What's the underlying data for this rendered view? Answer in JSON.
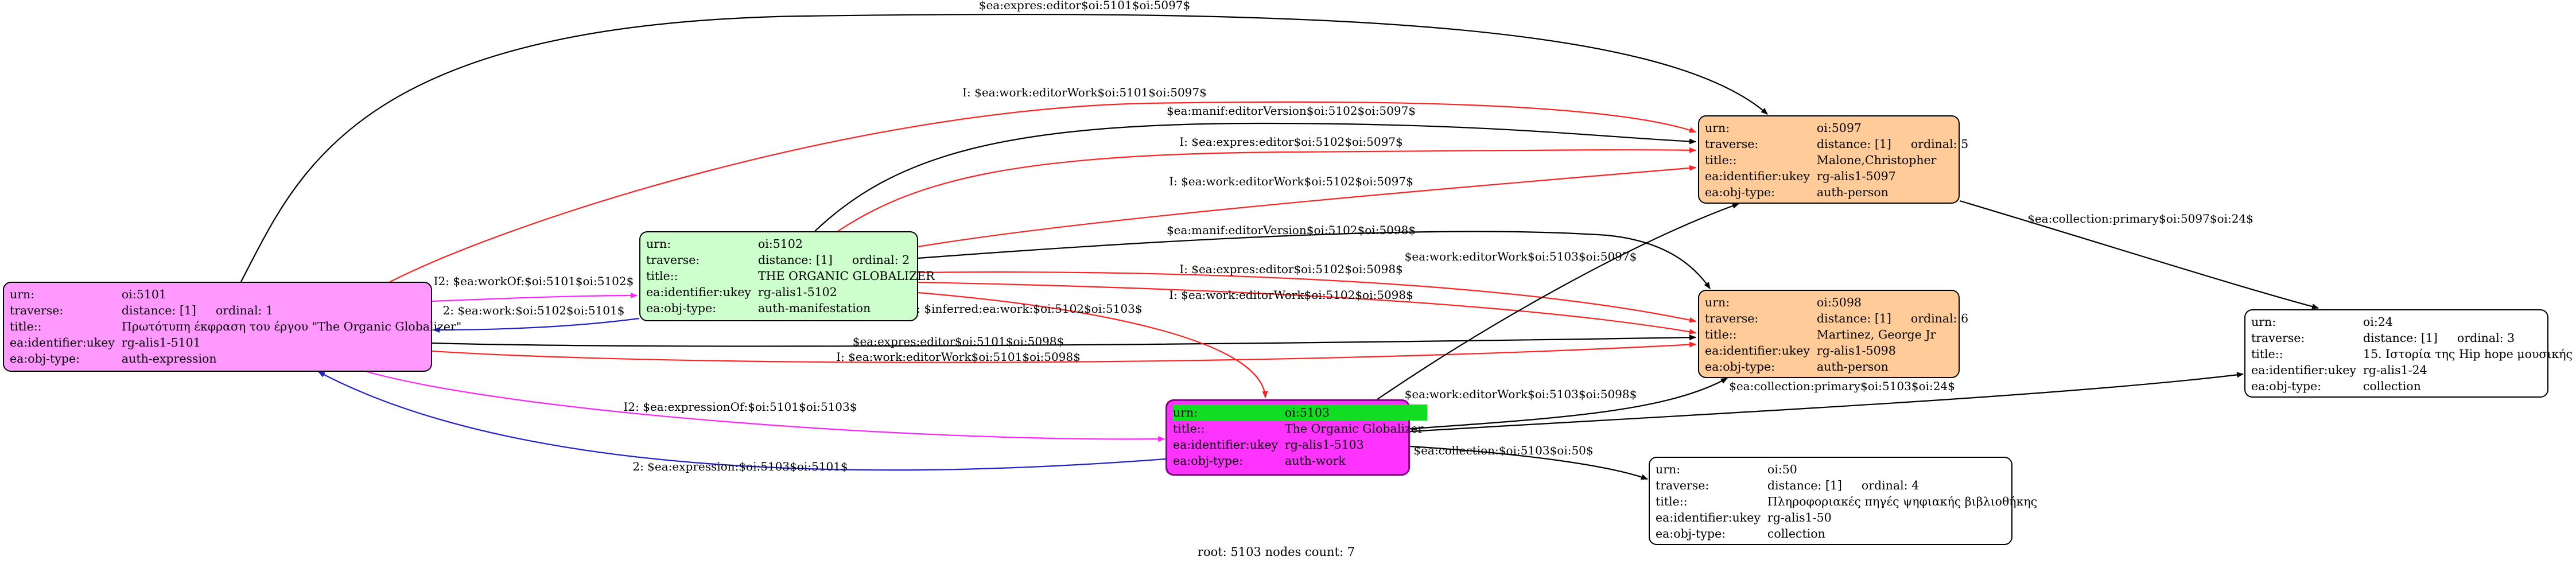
{
  "colors": {
    "black": "#000000",
    "red": "#ff2222",
    "magenta": "#ff22ff",
    "blue": "#2222cc"
  },
  "nodes": {
    "n5101": {
      "fill": "#ff99ff",
      "rows": [
        {
          "k": "urn:",
          "v": "oi:5101"
        },
        {
          "k": "traverse:",
          "v": "distance: [1]",
          "ord": "ordinal: 1"
        },
        {
          "k": "title::",
          "v": "Πρωτότυπη έκφραση του έργου \"The Organic Globalizer\""
        },
        {
          "k": "ea:identifier:ukey",
          "v": "rg-alis1-5101"
        },
        {
          "k": "ea:obj-type:",
          "v": "auth-expression"
        }
      ]
    },
    "n5102": {
      "fill": "#ccffcc",
      "rows": [
        {
          "k": "urn:",
          "v": "oi:5102"
        },
        {
          "k": "traverse:",
          "v": "distance: [1]",
          "ord": "ordinal: 2"
        },
        {
          "k": "title::",
          "v": "THE ORGANIC GLOBALIZER"
        },
        {
          "k": "ea:identifier:ukey",
          "v": "rg-alis1-5102"
        },
        {
          "k": "ea:obj-type:",
          "v": "auth-manifestation"
        }
      ]
    },
    "n5103": {
      "fill": "#ff33ff",
      "rows": [
        {
          "k": "urn:",
          "v": "oi:5103"
        },
        {
          "k": "title::",
          "v": "The Organic Globalizer"
        },
        {
          "k": "ea:identifier:ukey",
          "v": "rg-alis1-5103"
        },
        {
          "k": "ea:obj-type:",
          "v": "auth-work"
        }
      ]
    },
    "n5097": {
      "fill": "#ffcc99",
      "rows": [
        {
          "k": "urn:",
          "v": "oi:5097"
        },
        {
          "k": "traverse:",
          "v": "distance: [1]",
          "ord": "ordinal: 5"
        },
        {
          "k": "title::",
          "v": "Malone,Christopher"
        },
        {
          "k": "ea:identifier:ukey",
          "v": "rg-alis1-5097"
        },
        {
          "k": "ea:obj-type:",
          "v": "auth-person"
        }
      ]
    },
    "n5098": {
      "fill": "#ffcc99",
      "rows": [
        {
          "k": "urn:",
          "v": "oi:5098"
        },
        {
          "k": "traverse:",
          "v": "distance: [1]",
          "ord": "ordinal: 6"
        },
        {
          "k": "title::",
          "v": "Martinez, George Jr"
        },
        {
          "k": "ea:identifier:ukey",
          "v": "rg-alis1-5098"
        },
        {
          "k": "ea:obj-type:",
          "v": "auth-person"
        }
      ]
    },
    "n24": {
      "fill": "#ffffff",
      "rows": [
        {
          "k": "urn:",
          "v": "oi:24"
        },
        {
          "k": "traverse:",
          "v": "distance: [1]",
          "ord": "ordinal: 3"
        },
        {
          "k": "title::",
          "v": "15. Ιστορία της Hip hope μουσικής"
        },
        {
          "k": "ea:identifier:ukey",
          "v": "rg-alis1-24"
        },
        {
          "k": "ea:obj-type:",
          "v": "collection"
        }
      ]
    },
    "n50": {
      "fill": "#ffffff",
      "rows": [
        {
          "k": "urn:",
          "v": "oi:50"
        },
        {
          "k": "traverse:",
          "v": "distance: [1]",
          "ord": "ordinal: 4"
        },
        {
          "k": "title::",
          "v": "Πληροφοριακές πηγές ψηφιακής βιβλιοθήκης"
        },
        {
          "k": "ea:identifier:ukey",
          "v": "rg-alis1-50"
        },
        {
          "k": "ea:obj-type:",
          "v": "collection"
        }
      ]
    }
  },
  "edges": [
    {
      "id": "e1",
      "color": "black",
      "label": "$ea:expres:editor$oi:5101$oi:5097$"
    },
    {
      "id": "e2",
      "color": "red",
      "label": "I: $ea:work:editorWork$oi:5101$oi:5097$"
    },
    {
      "id": "e3",
      "color": "black",
      "label": "$ea:manif:editorVersion$oi:5102$oi:5097$"
    },
    {
      "id": "e4",
      "color": "red",
      "label": "I: $ea:expres:editor$oi:5102$oi:5097$"
    },
    {
      "id": "e5",
      "color": "red",
      "label": "I: $ea:work:editorWork$oi:5102$oi:5097$"
    },
    {
      "id": "e6",
      "color": "black",
      "label": "$ea:manif:editorVersion$oi:5102$oi:5098$"
    },
    {
      "id": "e7",
      "color": "red",
      "label": "I: $ea:expres:editor$oi:5102$oi:5098$"
    },
    {
      "id": "e8",
      "color": "red",
      "label": "I: $ea:work:editorWork$oi:5102$oi:5098$"
    },
    {
      "id": "e9",
      "color": "magenta",
      "label": "I2: $ea:workOf:$oi:5101$oi:5102$"
    },
    {
      "id": "e10",
      "color": "blue",
      "label": "2: $ea:work:$oi:5102$oi:5101$"
    },
    {
      "id": "e11",
      "color": "black",
      "label": "$ea:expres:editor$oi:5101$oi:5098$"
    },
    {
      "id": "e12",
      "color": "red",
      "label": "I: $ea:work:editorWork$oi:5101$oi:5098$"
    },
    {
      "id": "e13",
      "color": "red",
      "label": "I: $inferred:ea:work:$oi:5102$oi:5103$"
    },
    {
      "id": "e14",
      "color": "black",
      "label": "$ea:work:editorWork$oi:5103$oi:5097$"
    },
    {
      "id": "e15",
      "color": "black",
      "label": "$ea:work:editorWork$oi:5103$oi:5098$"
    },
    {
      "id": "e16",
      "color": "black",
      "label": "$ea:collection:primary$oi:5097$oi:24$"
    },
    {
      "id": "e17",
      "color": "black",
      "label": "$ea:collection:primary$oi:5103$oi:24$"
    },
    {
      "id": "e18",
      "color": "black",
      "label": "$ea:collection:$oi:5103$oi:50$"
    },
    {
      "id": "e19",
      "color": "magenta",
      "label": "I2: $ea:expressionOf:$oi:5101$oi:5103$"
    },
    {
      "id": "e20",
      "color": "blue",
      "label": "2: $ea:expression:$oi:5103$oi:5101$"
    }
  ],
  "footer": "root: 5103 nodes count: 7"
}
